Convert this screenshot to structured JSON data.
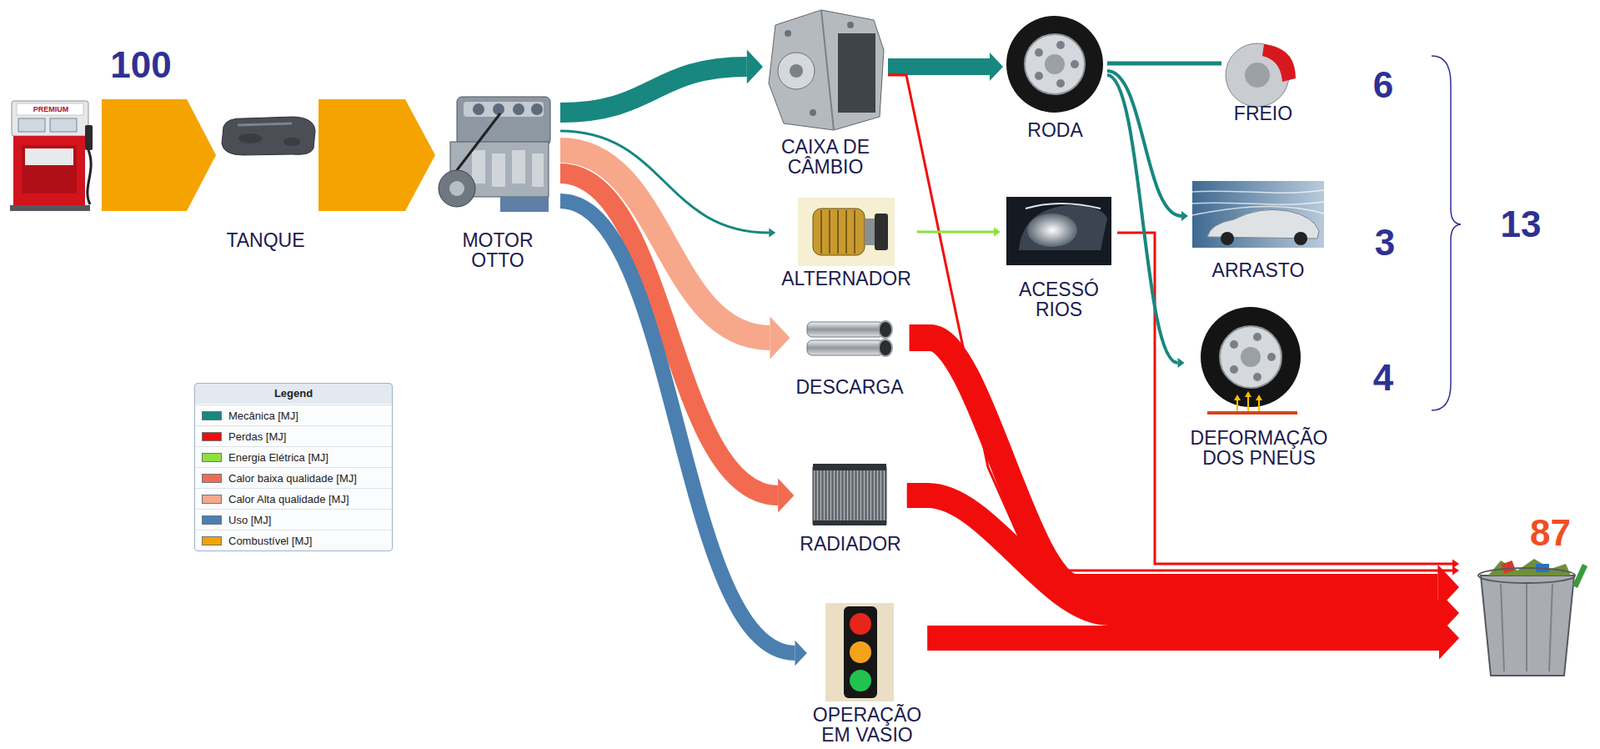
{
  "diagram": {
    "nodes": [
      {
        "text": [
          "TANQUE"
        ]
      },
      {
        "text": [
          "MOTOR OTTO"
        ]
      },
      {
        "text": [
          "CAIXA DE CÂMBIO"
        ]
      },
      {
        "text": [
          "ALTERNADOR"
        ]
      },
      {
        "text": [
          "DESCARGA"
        ]
      },
      {
        "text": [
          "RADIADOR"
        ]
      },
      {
        "text": [
          "OPERAÇÃO EM VASIO"
        ]
      },
      {
        "text": [
          "RODA"
        ]
      },
      {
        "text": [
          "ACESSÓ RIOS"
        ]
      },
      {
        "text": [
          "FREIO"
        ]
      },
      {
        "text": [
          "ARRASTO"
        ]
      },
      {
        "text": [
          "DEFORMAÇÃO DOS PNEUS"
        ]
      },
      {
        "text": [
          "87"
        ]
      }
    ],
    "edges": [
      {
        "from": 0,
        "to": 1,
        "arrow": "to"
      },
      {
        "from": 1,
        "to": 2,
        "arrow": "to"
      },
      {
        "from": 1,
        "to": 3,
        "arrow": "to"
      },
      {
        "from": 1,
        "to": 4,
        "arrow": "to"
      },
      {
        "from": 1,
        "to": 5,
        "arrow": "to"
      },
      {
        "from": 1,
        "to": 6,
        "arrow": "to"
      },
      {
        "from": 2,
        "to": 7,
        "arrow": "to"
      },
      {
        "from": 2,
        "to": 12,
        "arrow": "to"
      },
      {
        "from": 3,
        "to": 8,
        "arrow": "to"
      },
      {
        "from": 8,
        "to": 12,
        "arrow": "to"
      },
      {
        "from": 7,
        "to": 9,
        "arrow": "none"
      },
      {
        "from": 7,
        "to": 10,
        "arrow": "to"
      },
      {
        "from": 7,
        "to": 11,
        "arrow": "to"
      },
      {
        "from": 4,
        "to": 12,
        "arrow": "to"
      },
      {
        "from": 5,
        "to": 12,
        "arrow": "to"
      },
      {
        "from": 6,
        "to": 12,
        "arrow": "to"
      }
    ],
    "labels": [
      "PREMIUM",
      "100",
      "6",
      "3",
      "4",
      "13",
      "Legend"
    ],
    "legend": [
      {
        "text": "Mecânica [MJ]",
        "color": "#17877f"
      },
      {
        "text": "Perdas [MJ]",
        "color": "#f20d0d"
      },
      {
        "text": "Energia Elétrica [MJ]",
        "color": "#8ee03c"
      },
      {
        "text": "Calor baixa qualidade [MJ]",
        "color": "#f26b50"
      },
      {
        "text": "Calor Alta qualidade [MJ]",
        "color": "#f7a88a"
      },
      {
        "text": "Uso [MJ]",
        "color": "#4a7fb0"
      },
      {
        "text": "Combustível [MJ]",
        "color": "#f5a300"
      }
    ]
  }
}
